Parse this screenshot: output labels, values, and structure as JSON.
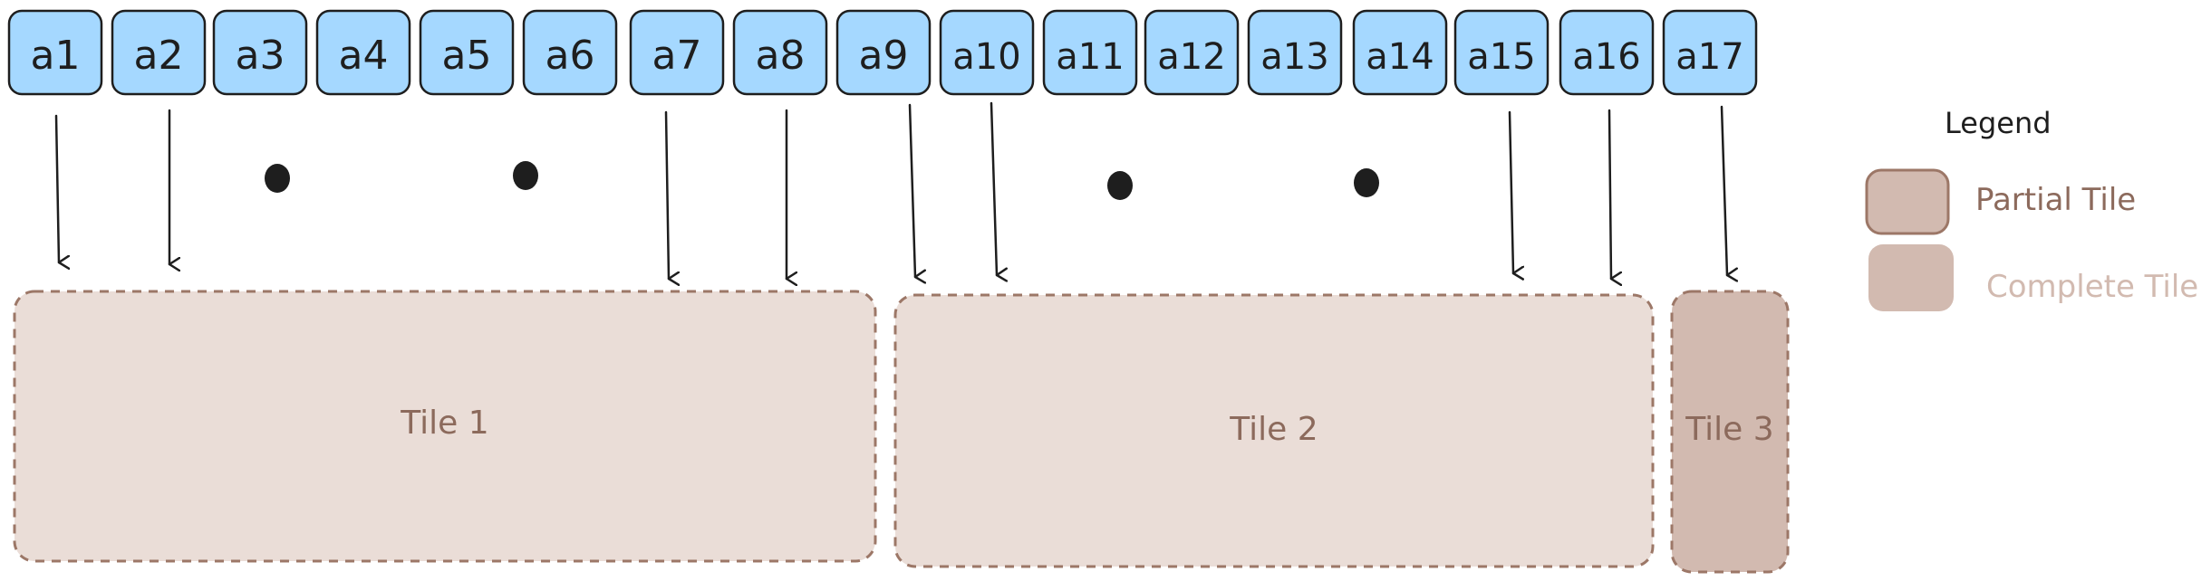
{
  "elements": [
    "a1",
    "a2",
    "a3",
    "a4",
    "a5",
    "a6",
    "a7",
    "a8",
    "a9",
    "a10",
    "a11",
    "a12",
    "a13",
    "a14",
    "a15",
    "a16",
    "a17"
  ],
  "tiles": [
    {
      "label": "Tile 1",
      "kind": "partial"
    },
    {
      "label": "Tile 2",
      "kind": "partial"
    },
    {
      "label": "Tile 3",
      "kind": "complete"
    }
  ],
  "legend": {
    "title": "Legend",
    "partial_label": "Partial Tile",
    "complete_label": "Complete Tile"
  },
  "colors": {
    "element_fill": "#a5d8ff",
    "element_stroke": "#1e1e1e",
    "partial_fill": "#eaddd7",
    "complete_fill": "#d2bab0",
    "tile_stroke": "#9c7767",
    "tile_label": "#8c6a5c",
    "complete_legend_text": "#d2bab0",
    "arrow": "#1e1e1e"
  }
}
